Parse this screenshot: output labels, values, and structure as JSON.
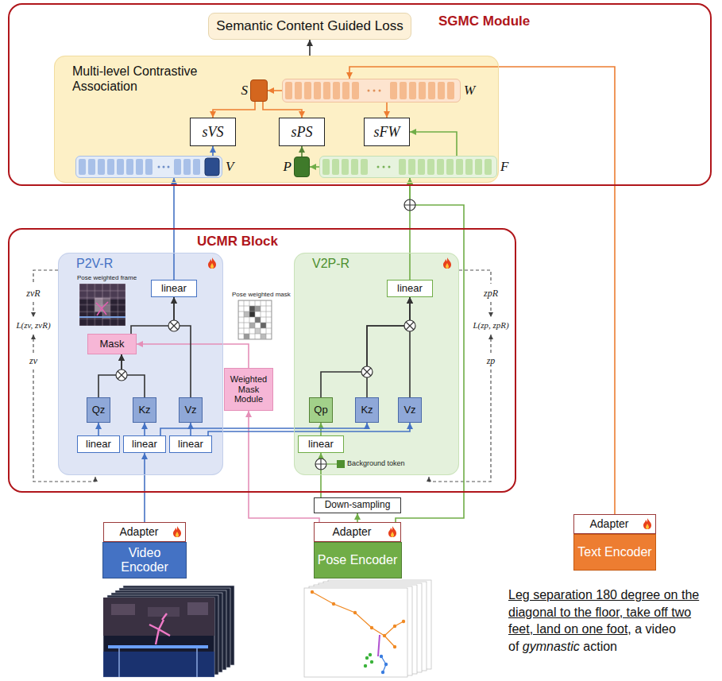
{
  "diagram": {
    "nodes": [
      {
        "text": [
          "SGMC Module"
        ]
      },
      {
        "text": [
          "Semantic Content Guided Loss"
        ],
        "in": 0
      },
      {
        "text": [
          "Multi-level Contrastive Association"
        ],
        "in": 0
      },
      {
        "text": [
          "S"
        ],
        "in": 2
      },
      {
        "text": [
          "W"
        ],
        "in": 2
      },
      {
        "text": [
          "sVS"
        ],
        "in": 2
      },
      {
        "text": [
          "sPS"
        ],
        "in": 2
      },
      {
        "text": [
          "sFW"
        ],
        "in": 2
      },
      {
        "text": [
          "V"
        ],
        "in": 2
      },
      {
        "text": [
          "P"
        ],
        "in": 2
      },
      {
        "text": [
          "F"
        ],
        "in": 2
      },
      {
        "text": [
          "UCMR Block"
        ]
      },
      {
        "text": [
          "P2V-R"
        ],
        "in": 11
      },
      {
        "text": [
          "linear"
        ],
        "in": 12
      },
      {
        "text": [
          "Mask"
        ],
        "in": 12
      },
      {
        "text": [
          "Qz"
        ],
        "in": 12
      },
      {
        "text": [
          "Kz"
        ],
        "in": 12
      },
      {
        "text": [
          "Vz"
        ],
        "in": 12
      },
      {
        "text": [
          "linear"
        ],
        "in": 12
      },
      {
        "text": [
          "linear"
        ],
        "in": 12
      },
      {
        "text": [
          "linear"
        ],
        "in": 12
      },
      {
        "text": [
          "Weighted Mask Module"
        ],
        "in": 11
      },
      {
        "text": [
          "V2P-R"
        ],
        "in": 11
      },
      {
        "text": [
          "linear"
        ],
        "in": 22
      },
      {
        "text": [
          "Qp"
        ],
        "in": 22
      },
      {
        "text": [
          "Kz"
        ],
        "in": 22
      },
      {
        "text": [
          "Vz"
        ],
        "in": 22
      },
      {
        "text": [
          "linear"
        ],
        "in": 22
      },
      {
        "text": [
          "Down-sampling"
        ]
      },
      {
        "text": [
          "Adapter"
        ]
      },
      {
        "text": [
          "Video Encoder"
        ]
      },
      {
        "text": [
          "Adapter"
        ]
      },
      {
        "text": [
          "Pose Encoder"
        ]
      },
      {
        "text": [
          "Adapter"
        ]
      },
      {
        "text": [
          "Text Encoder"
        ]
      }
    ],
    "edges": [
      {
        "from": 2,
        "to": 1,
        "arrow": "to"
      },
      {
        "from": 33,
        "to": 4,
        "arrow": "to"
      },
      {
        "from": 4,
        "to": 3,
        "arrow": "to"
      },
      {
        "from": 3,
        "to": 5,
        "arrow": "to"
      },
      {
        "from": 3,
        "to": 6,
        "arrow": "to"
      },
      {
        "from": 8,
        "to": 5,
        "arrow": "to"
      },
      {
        "from": 9,
        "to": 6,
        "arrow": "to"
      },
      {
        "from": 10,
        "to": 7,
        "arrow": "to"
      },
      {
        "from": 4,
        "to": 7,
        "arrow": "to"
      },
      {
        "from": 10,
        "to": 9,
        "arrow": "to"
      },
      {
        "from": 13,
        "to": 8,
        "arrow": "to"
      },
      {
        "from": 23,
        "to": 10,
        "arrow": "to"
      },
      {
        "from": 31,
        "to": 10,
        "arrow": "to"
      },
      {
        "from": 31,
        "to": 28,
        "arrow": "to"
      },
      {
        "from": 28,
        "to": 27,
        "arrow": "to"
      },
      {
        "from": 31,
        "to": 21,
        "arrow": "to"
      },
      {
        "from": 21,
        "to": 14,
        "arrow": "to"
      },
      {
        "from": 29,
        "to": 19,
        "arrow": "to"
      },
      {
        "from": 18,
        "to": 15,
        "arrow": "to"
      },
      {
        "from": 19,
        "to": 16,
        "arrow": "to"
      },
      {
        "from": 20,
        "to": 17,
        "arrow": "to"
      },
      {
        "from": 15,
        "to": 14,
        "arrow": "to"
      },
      {
        "from": 16,
        "to": 14,
        "arrow": "to"
      },
      {
        "from": 14,
        "to": 13,
        "arrow": "to"
      },
      {
        "from": 17,
        "to": 13,
        "arrow": "to"
      },
      {
        "from": 27,
        "to": 24,
        "arrow": "to"
      },
      {
        "from": 19,
        "to": 25,
        "arrow": "to"
      },
      {
        "from": 20,
        "to": 26,
        "arrow": "to"
      },
      {
        "from": 24,
        "to": 23,
        "arrow": "to"
      },
      {
        "from": 25,
        "to": 23,
        "arrow": "to"
      },
      {
        "from": 26,
        "to": 23,
        "arrow": "to"
      }
    ],
    "labels": [
      "Pose weighted frame",
      "Pose weighted mask",
      "Background token",
      "zvR",
      "L(zv, zvR)",
      "zv",
      "zpR",
      "L(zp, zpR)",
      "zp",
      "Leg separation 180 degree on the diagonal to the floor, take off two feet, land on one foot,",
      "a video of",
      "gymnastic",
      "action"
    ]
  }
}
